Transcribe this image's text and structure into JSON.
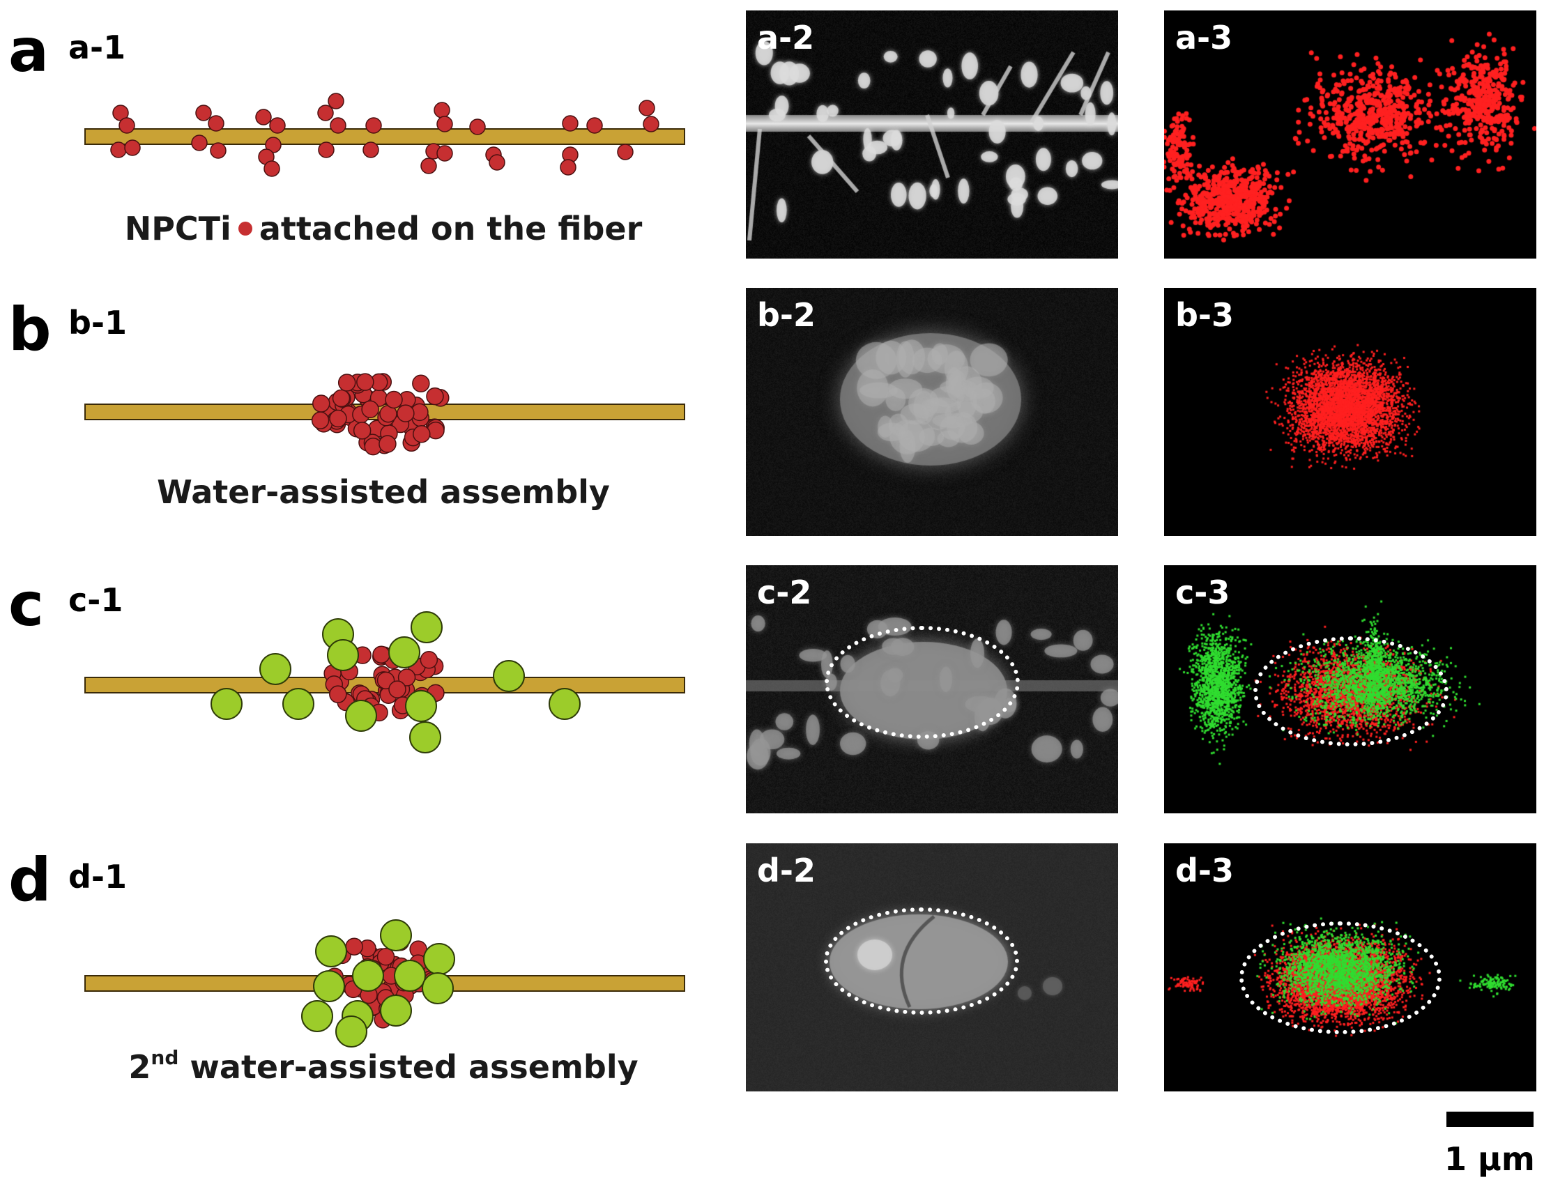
{
  "rows": [
    {
      "id": "a",
      "letter": "a",
      "schematic_label": "a-1",
      "sem_label": "a-2",
      "map_label": "a-3",
      "caption_before": "NPCTi",
      "caption_after": "attached on the fiber"
    },
    {
      "id": "b",
      "letter": "b",
      "schematic_label": "b-1",
      "sem_label": "b-2",
      "map_label": "b-3",
      "caption": "Water-assisted assembly"
    },
    {
      "id": "c",
      "letter": "c",
      "schematic_label": "c-1",
      "sem_label": "c-2",
      "map_label": "c-3"
    },
    {
      "id": "d",
      "letter": "d",
      "schematic_label": "d-1",
      "sem_label": "d-2",
      "map_label": "d-3",
      "caption_pre": "2",
      "caption_sup": "nd",
      "caption_post": " water-assisted assembly"
    }
  ],
  "scale_bar": {
    "label": "1 µm"
  },
  "colors": {
    "fiber": "#c9a235",
    "fiber_edge": "#3a2a08",
    "npcti_particle": "#c62f31",
    "green_particle": "#9ccc2a",
    "map_red": "#ff2020",
    "map_green": "#30dd30"
  }
}
